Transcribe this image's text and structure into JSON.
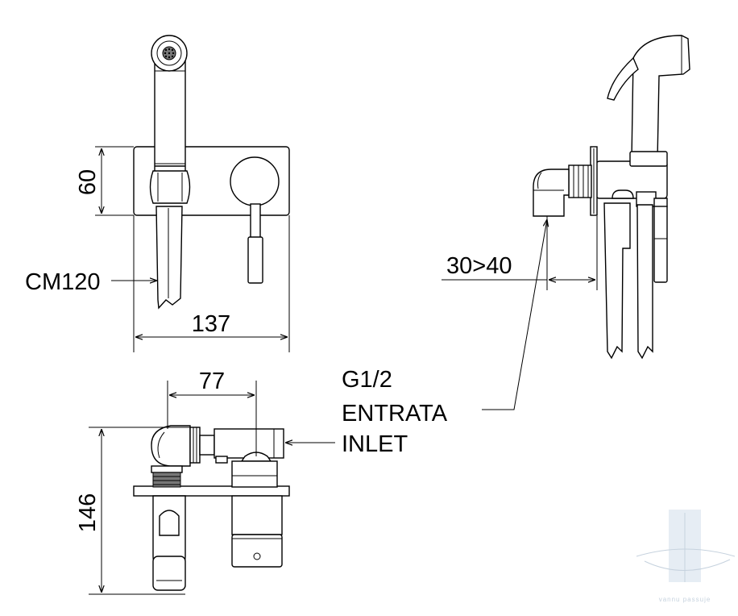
{
  "dimensions": {
    "height_front": "60",
    "cm_label": "CM120",
    "width_front": "137",
    "projection": "30>40",
    "offset_top": "77",
    "height_top": "146"
  },
  "inlet_note": {
    "line1": "G1/2",
    "line2": "ENTRATA",
    "line3": "INLET"
  },
  "watermark": {
    "text": "vannu passuje",
    "color": "#c6d2de"
  }
}
